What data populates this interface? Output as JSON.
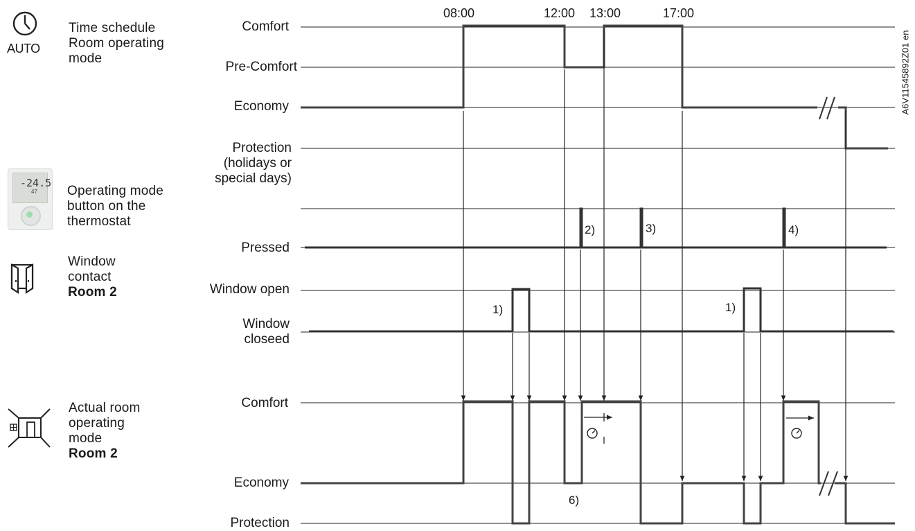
{
  "left_panels": {
    "schedule": {
      "icon": "clock-icon",
      "icon_text": "AUTO",
      "line1": "Time schedule",
      "line2": "Room operating",
      "line3": "mode"
    },
    "button": {
      "icon": "thermostat-icon",
      "display_main": "-24.5",
      "display_sub": "47",
      "line1": "Operating mode",
      "line2": "button on the",
      "line3": "thermostat"
    },
    "window": {
      "icon": "window-door-icon",
      "line1": "Window",
      "line2": "contact",
      "line3": "Room 2"
    },
    "actual": {
      "icon": "room-icon",
      "line1": "Actual room",
      "line2": "operating",
      "line3": "mode",
      "line4": "Room 2"
    }
  },
  "row_labels": {
    "comfort": "Comfort",
    "pre_comfort": "Pre-Comfort",
    "economy": "Economy",
    "protection_1": "Protection",
    "protection_2": "(holidays or",
    "protection_3": "special days)",
    "pressed": "Pressed",
    "window_open": "Window open",
    "window_closed_1": "Window",
    "window_closed_2": "closeed",
    "actual_comfort": "Comfort",
    "actual_economy": "Economy",
    "actual_protection": "Protection"
  },
  "times": [
    "08:00",
    "12:00",
    "13:00",
    "17:00"
  ],
  "notes": {
    "n1a": "1)",
    "n1b": "1)",
    "n2": "2)",
    "n3": "3)",
    "n4": "4)",
    "n6": "6)"
  },
  "doc_id": "A6V11545892Z01 en"
}
